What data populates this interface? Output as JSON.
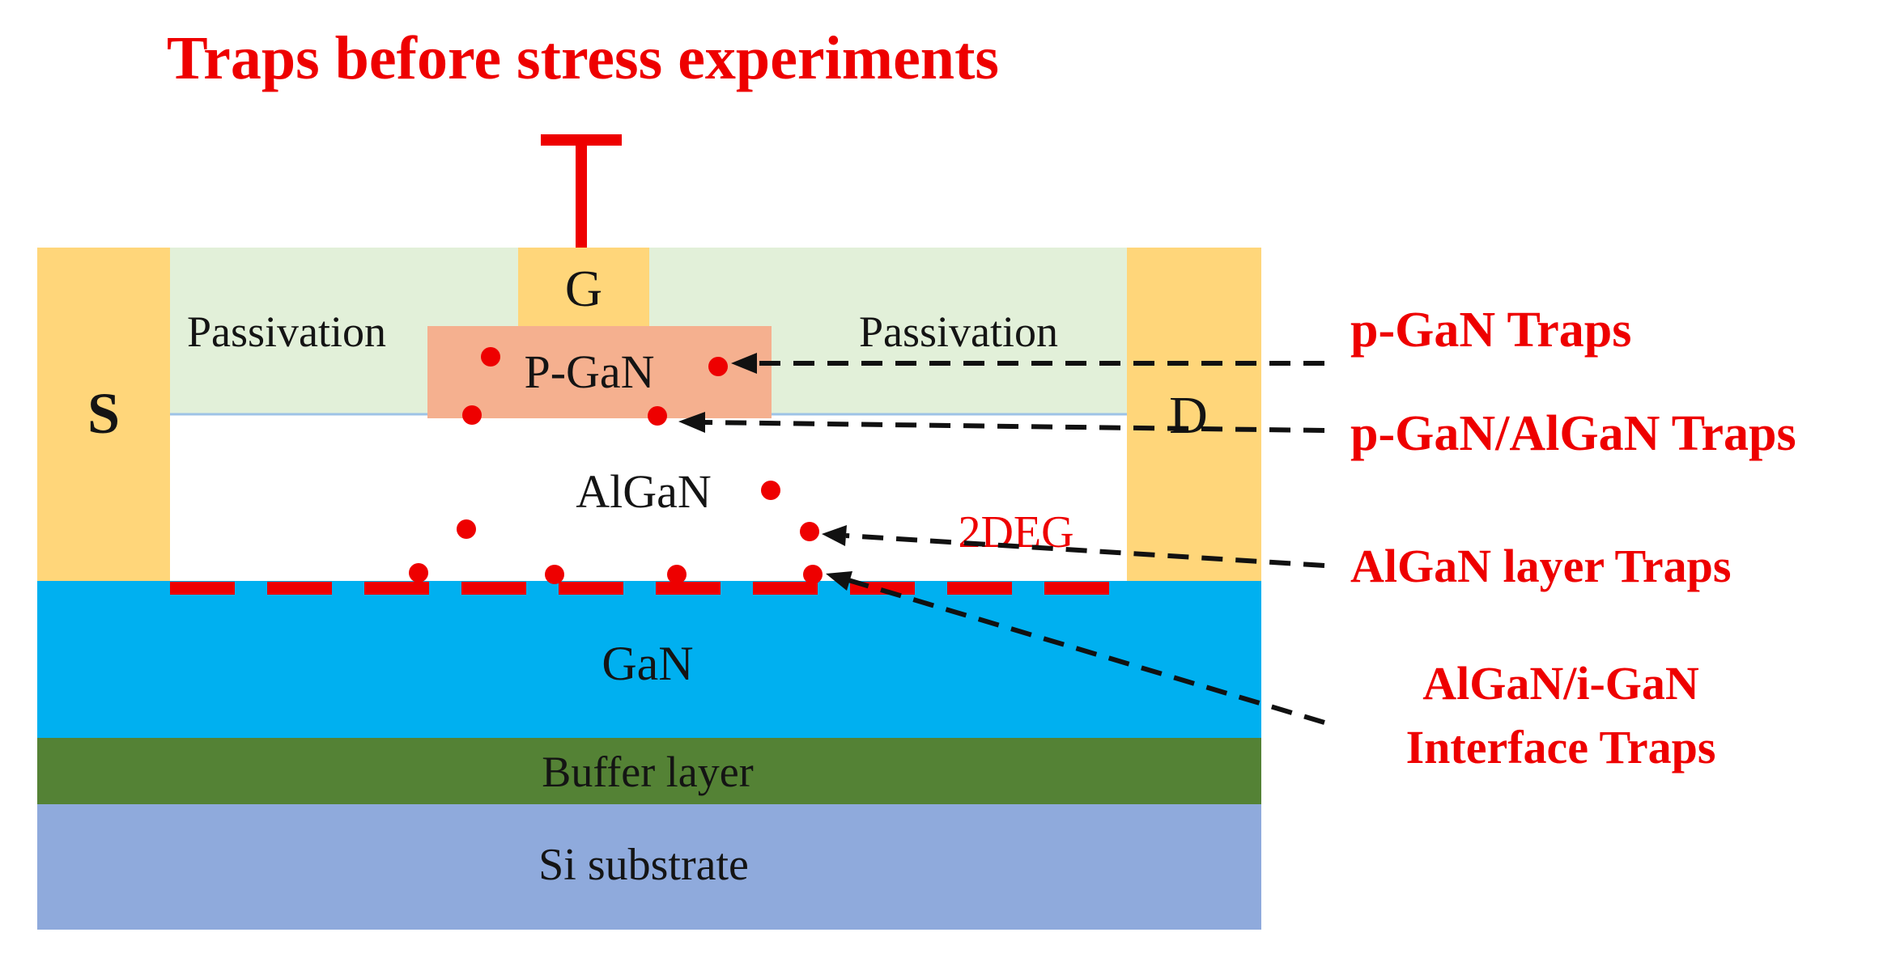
{
  "title": "Traps before stress experiments",
  "regions": {
    "source": "S",
    "gate": "G",
    "drain": "D",
    "passivation_left": "Passivation",
    "passivation_right": "Passivation",
    "p_gan": "P-GaN",
    "algan": "AlGaN",
    "two_deg": "2DEG",
    "gan": "GaN",
    "buffer": "Buffer layer",
    "substrate": "Si substrate"
  },
  "trap_labels": {
    "p_gan": "p-GaN Traps",
    "p_gan_algan": "p-GaN/AlGaN Traps",
    "algan_layer": "AlGaN layer Traps",
    "interface_line1": "AlGaN/i-GaN",
    "interface_line2": "Interface Traps"
  },
  "colors": {
    "contact": "#ffd67a",
    "passivation": "#e2f0d9",
    "p_gan": "#f5b08f",
    "algan": "#ffffff",
    "gan": "#00b0f0",
    "buffer": "#548235",
    "substrate": "#8faadc",
    "trap": "#ee0000",
    "accent": "#ee0000"
  }
}
